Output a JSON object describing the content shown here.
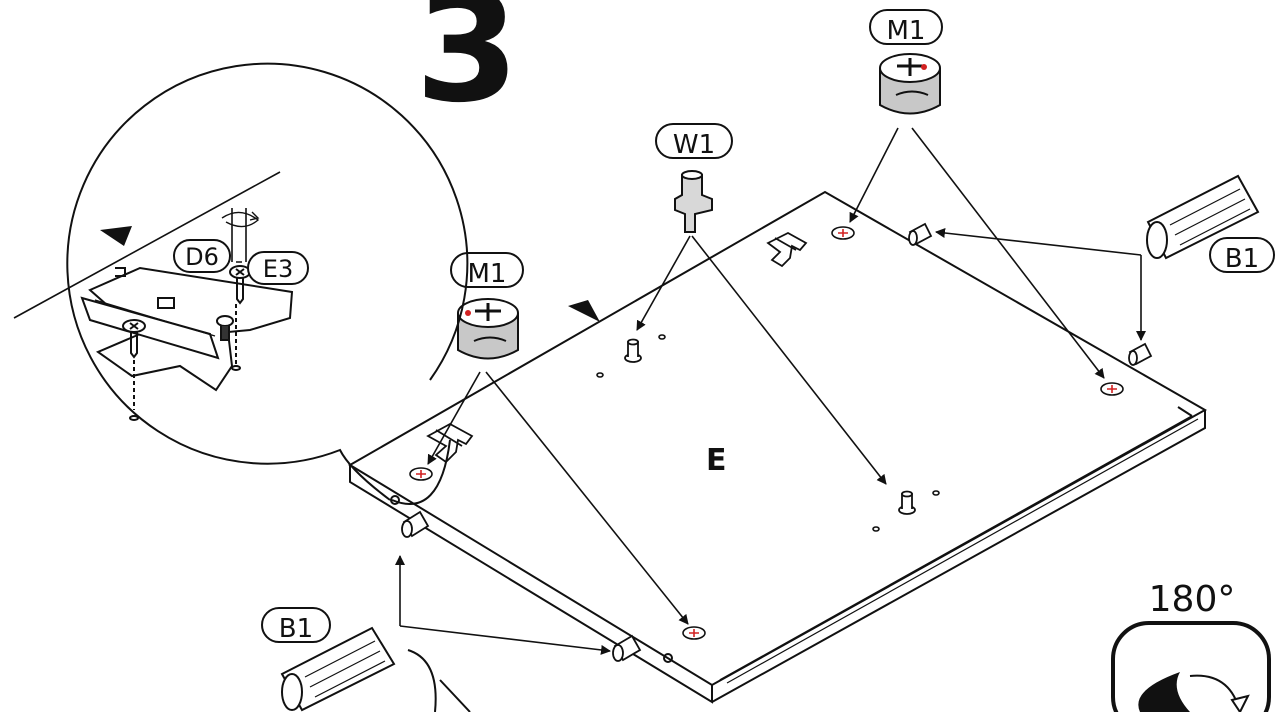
{
  "step_number": "3",
  "panel_label": "E",
  "parts": {
    "cam_lock": "M1",
    "cam_lock_left": "M1",
    "wood_dowel_right": "B1",
    "wood_dowel_left": "B1",
    "cam_bolt": "W1",
    "hinge_plate": "D6",
    "screw": "E3"
  },
  "rotation": "180°",
  "colors": {
    "ink": "#111111",
    "accent": "#d22222",
    "grey": "#c8c8c8"
  }
}
